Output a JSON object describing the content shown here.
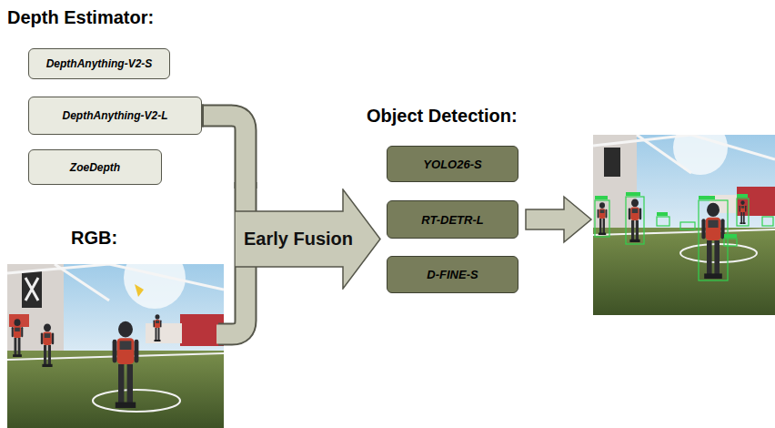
{
  "diagram": {
    "nodes": [
      {
        "text": [
          "DepthAnything-V2-S"
        ]
      },
      {
        "text": [
          "DepthAnything-V2-L"
        ]
      },
      {
        "text": [
          "ZoeDepth"
        ]
      },
      {
        "text": [
          "Early Fusion"
        ]
      },
      {
        "text": [
          "YOLO26-S"
        ]
      },
      {
        "text": [
          "RT-DETR-L"
        ]
      },
      {
        "text": [
          "D-FINE-S"
        ]
      }
    ],
    "edges": [
      {
        "from": 1,
        "to": 3,
        "arrow": "none"
      }
    ],
    "labels": [
      "Depth Estimator:",
      "RGB:",
      "Object Detection:"
    ]
  }
}
